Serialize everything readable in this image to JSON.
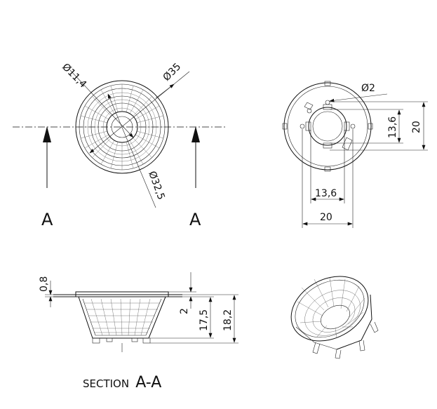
{
  "front_view": {
    "dia_outer": "Ø35",
    "dia_inner": "Ø11,4",
    "dia_mid": "Ø32,5",
    "section_left": "A",
    "section_right": "A"
  },
  "back_view": {
    "dia_hole": "Ø2",
    "height_inner": "13,6",
    "height_outer": "20",
    "width_inner": "13,6",
    "width_outer": "20"
  },
  "section_view": {
    "dim_flange": "0,8",
    "dim_step": "2",
    "dim_h1": "17,5",
    "dim_h2": "18,2",
    "caption_prefix": "SECTION",
    "caption_id": "A-A"
  }
}
